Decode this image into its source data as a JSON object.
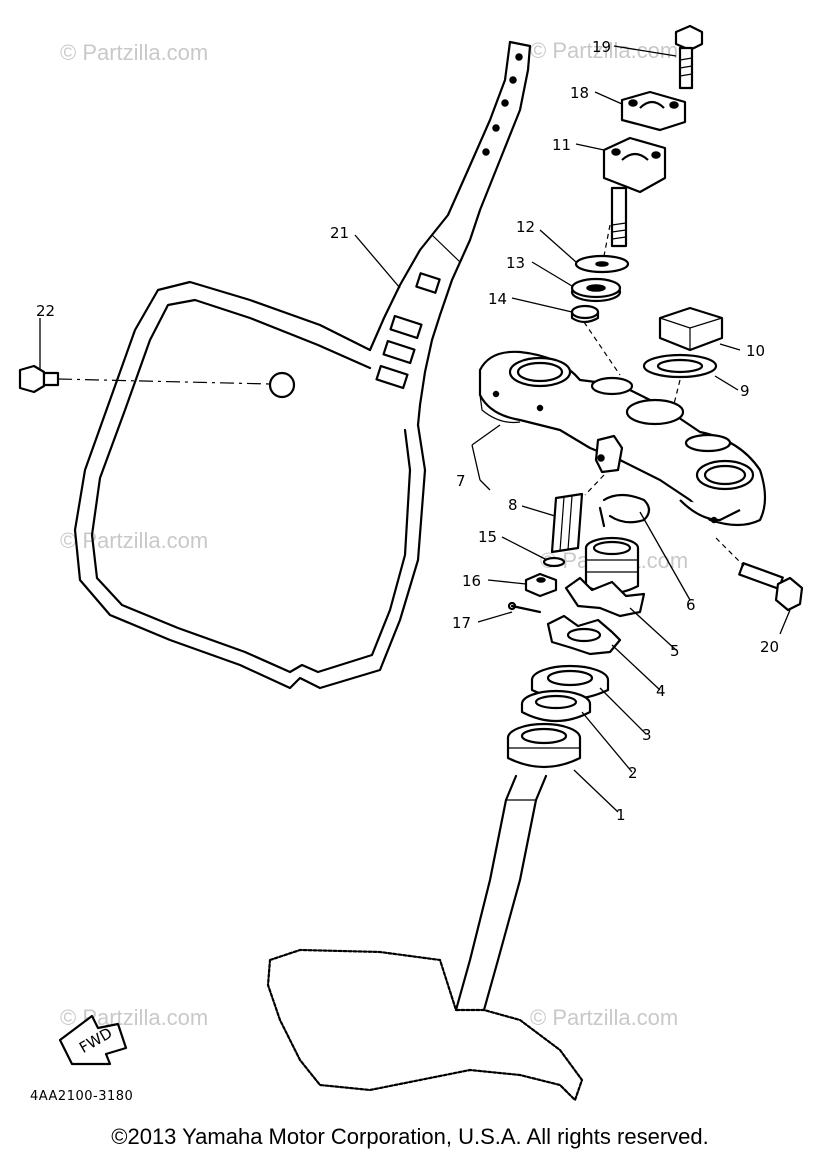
{
  "diagram": {
    "callouts": [
      {
        "id": "1",
        "label": "1"
      },
      {
        "id": "2",
        "label": "2"
      },
      {
        "id": "3",
        "label": "3"
      },
      {
        "id": "4",
        "label": "4"
      },
      {
        "id": "5",
        "label": "5"
      },
      {
        "id": "6",
        "label": "6"
      },
      {
        "id": "7",
        "label": "7"
      },
      {
        "id": "8",
        "label": "8"
      },
      {
        "id": "9",
        "label": "9"
      },
      {
        "id": "10",
        "label": "10"
      },
      {
        "id": "11",
        "label": "11"
      },
      {
        "id": "12",
        "label": "12"
      },
      {
        "id": "13",
        "label": "13"
      },
      {
        "id": "14",
        "label": "14"
      },
      {
        "id": "15",
        "label": "15"
      },
      {
        "id": "16",
        "label": "16"
      },
      {
        "id": "17",
        "label": "17"
      },
      {
        "id": "18",
        "label": "18"
      },
      {
        "id": "19",
        "label": "19"
      },
      {
        "id": "20",
        "label": "20"
      },
      {
        "id": "21",
        "label": "21"
      },
      {
        "id": "22",
        "label": "22"
      }
    ],
    "fwd_label": "FWD",
    "diagram_code": "4AA2100-3180",
    "watermark": "© Partzilla.com"
  },
  "footer": {
    "copyright": "©2013 Yamaha Motor Corporation, U.S.A. All rights reserved."
  }
}
